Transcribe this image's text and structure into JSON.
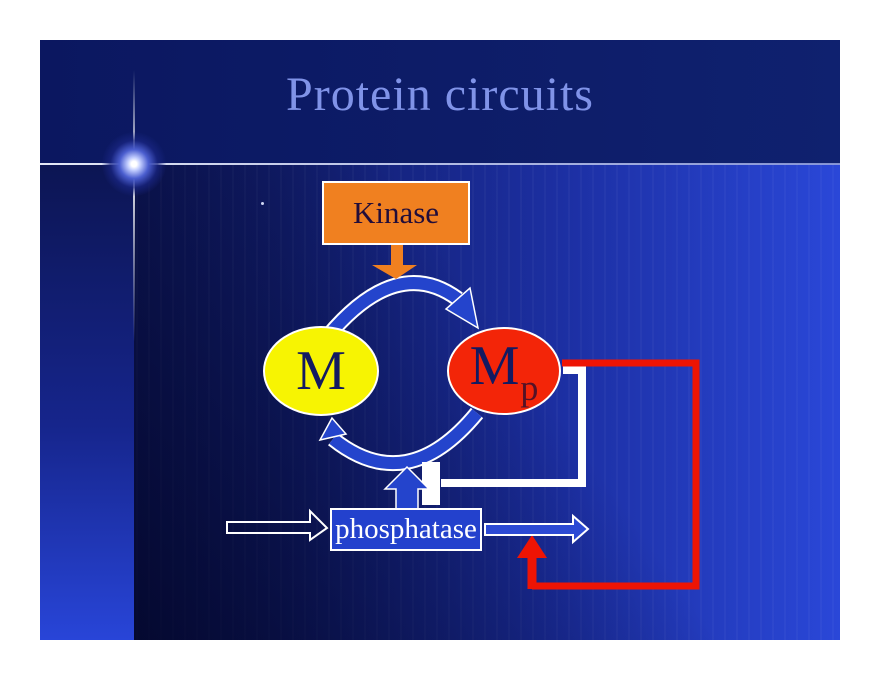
{
  "slide": {
    "title": "Protein circuits",
    "diagram": {
      "kinase_label": "Kinase",
      "m_label": "M",
      "mp_label_main": "M",
      "mp_label_sub": "p",
      "phosphatase_label": "phosphatase"
    },
    "colors": {
      "kinase_fill": "#F08020",
      "m_fill": "#F7F402",
      "mp_fill": "#F32508",
      "phosphatase_fill": "#2341CD",
      "cycle_arrow_blue": "#2444CC",
      "feedback_red": "#EE1404",
      "inhibition_white": "#FFFFFF",
      "title_text": "#8093E8",
      "background_dark": "#0B1A63",
      "background_bright": "#2946D8"
    }
  }
}
